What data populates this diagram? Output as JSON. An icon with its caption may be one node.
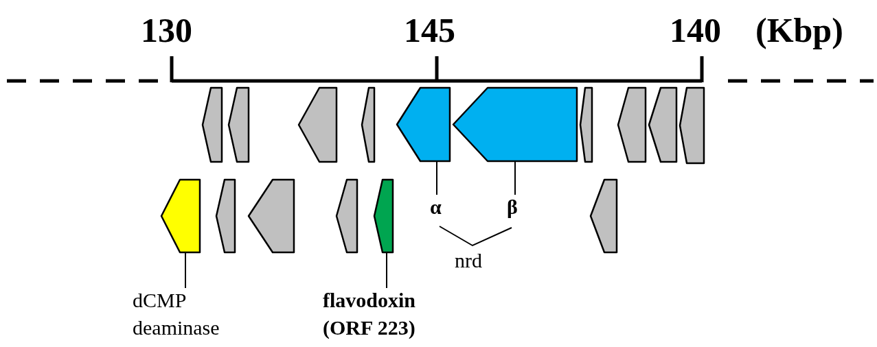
{
  "diagram": {
    "nodes": [
      {
        "text": [],
        "shape": "arrow"
      },
      {
        "text": [],
        "shape": "arrow"
      },
      {
        "text": [],
        "shape": "arrow"
      },
      {
        "text": [],
        "shape": "arrow"
      },
      {
        "text": [
          "α"
        ]
      },
      {
        "text": [
          "β"
        ]
      },
      {
        "text": [
          "dCMP deaminase"
        ]
      },
      {
        "text": [
          "flavodoxin (ORF 223)"
        ]
      },
      {
        "text": [],
        "shape": "arrow"
      },
      {
        "text": [],
        "shape": "arrow"
      },
      {
        "text": [],
        "shape": "arrow"
      },
      {
        "text": [],
        "shape": "arrow"
      },
      {
        "text": [],
        "shape": "arrow"
      },
      {
        "text": [],
        "shape": "arrow"
      },
      {
        "text": [],
        "shape": "arrow"
      },
      {
        "text": [],
        "shape": "arrow"
      },
      {
        "text": [],
        "shape": "arrow"
      },
      {
        "text": [],
        "shape": "arrow"
      },
      {
        "text": [],
        "shape": "arrow"
      },
      {
        "text": [],
        "shape": "arrow"
      }
    ],
    "edges": [
      {
        "from": 4,
        "to": 2,
        "arrow": "none"
      },
      {
        "from": 5,
        "to": 3,
        "arrow": "none"
      },
      {
        "from": 6,
        "to": 0,
        "arrow": "none"
      },
      {
        "from": 7,
        "to": 1,
        "arrow": "none"
      }
    ],
    "labels": [
      "130",
      "145",
      "140",
      "(Kbp)",
      "nrd"
    ]
  }
}
